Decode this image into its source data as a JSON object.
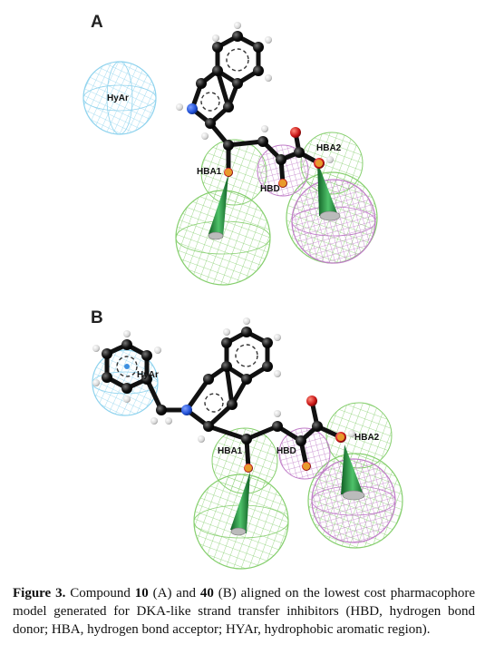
{
  "panels": [
    {
      "letter": "A",
      "features": {
        "hyar": "HyAr",
        "hba1": "HBA1",
        "hbd": "HBD",
        "hba2": "HBA2"
      }
    },
    {
      "letter": "B",
      "features": {
        "hyar": "HyAr",
        "hba1": "HBA1",
        "hbd": "HBD",
        "hba2": "HBA2"
      }
    }
  ],
  "caption": {
    "figure_label": "Figure 3.",
    "t1": " Compound ",
    "compound1": "10",
    "t2": " (A) and ",
    "compound2": "40",
    "t3": " (B) aligned on the lowest cost pharmacophore model generated for DKA-like strand transfer inhibitors (HBD, hydrogen bond donor; HBA, hydrogen bond acceptor; HYAr, hydrophobic aromatic region)."
  },
  "colors": {
    "hyar_sphere": "#8fd3ee",
    "hba_sphere": "#86cf6e",
    "hbd_sphere": "#c07cc8",
    "carbon": "#111111",
    "nitrogen": "#1f4fd6",
    "oxygen": "#c81414",
    "hydrogen": "#f2f2f2",
    "cone": "#1e8f3a"
  }
}
